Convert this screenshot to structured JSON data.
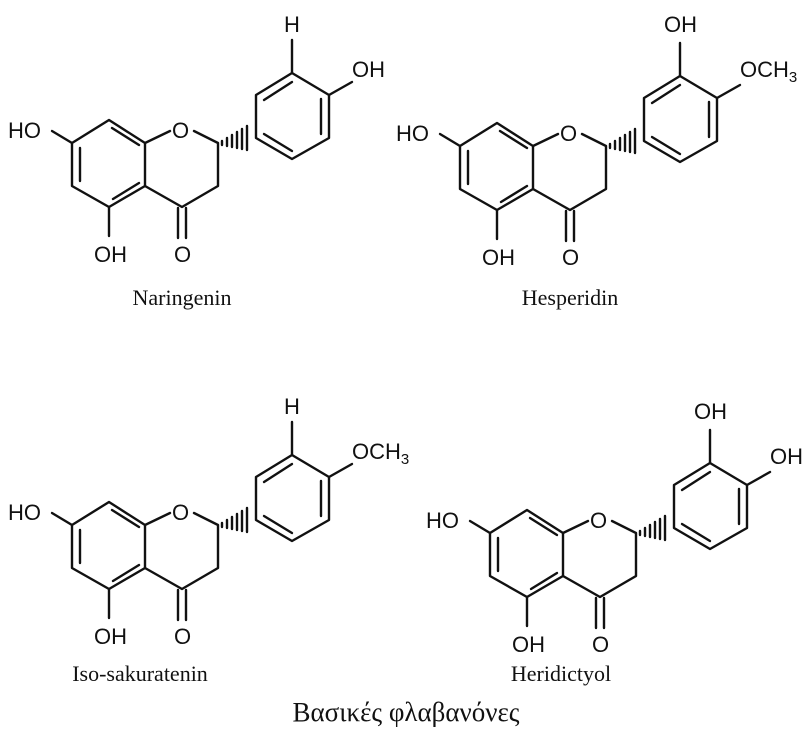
{
  "molecules": [
    {
      "name": "Naringenin",
      "labels": {
        "oh7": "HO",
        "o1": "O",
        "oh5": "OH",
        "o4": "O",
        "top": "H",
        "para": "OH"
      }
    },
    {
      "name": "Hesperidin",
      "labels": {
        "oh7": "HO",
        "o1": "O",
        "oh5": "OH",
        "o4": "O",
        "top": "OH",
        "para": "OCH",
        "para_sub": "3"
      }
    },
    {
      "name": "Iso-sakuratenin",
      "labels": {
        "oh7": "HO",
        "o1": "O",
        "oh5": "OH",
        "o4": "O",
        "top": "H",
        "para": "OCH",
        "para_sub": "3"
      }
    },
    {
      "name": "Heridictyol",
      "labels": {
        "oh7": "HO",
        "o1": "O",
        "oh5": "OH",
        "o4": "O",
        "top": "OH",
        "para": "OH"
      }
    }
  ],
  "caption": "Βασικές φλαβανόνες"
}
